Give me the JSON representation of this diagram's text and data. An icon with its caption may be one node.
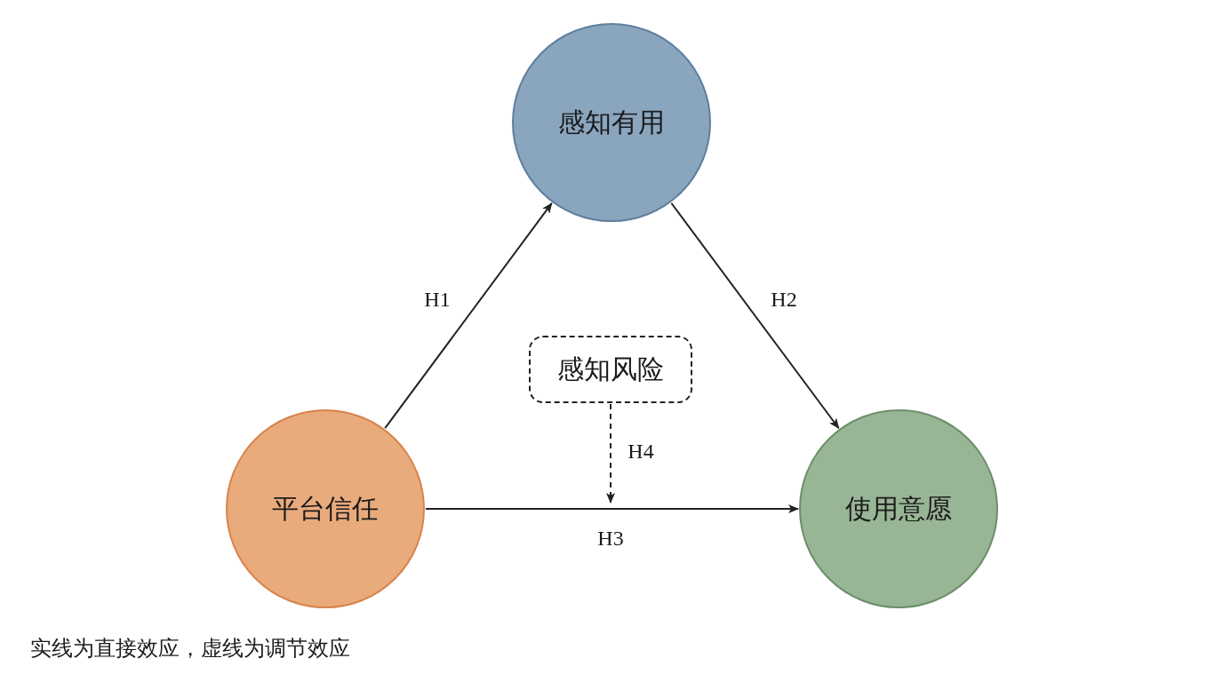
{
  "diagram": {
    "caption": "实线为直接效应，虚线为调节效应",
    "nodes": [
      {
        "text": [
          "感知有用"
        ]
      },
      {
        "text": [
          "平台信任"
        ]
      },
      {
        "text": [
          "使用意愿"
        ]
      },
      {
        "text": [
          "感知风险"
        ]
      }
    ],
    "edges": [
      {
        "from": 1,
        "to": 0,
        "arrow": "to",
        "label": "H1"
      },
      {
        "from": 0,
        "to": 2,
        "arrow": "to",
        "label": "H2"
      },
      {
        "from": 1,
        "to": 2,
        "arrow": "to",
        "label": "H3"
      },
      {
        "from": 3,
        "to": null,
        "arrow": "to",
        "label": "H4",
        "style": "dashed"
      }
    ]
  }
}
